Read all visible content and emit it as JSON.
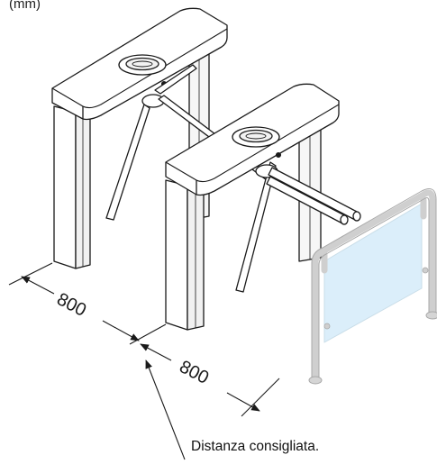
{
  "units_label": "(mm)",
  "dimensions": {
    "spacing_left": "800",
    "spacing_right": "800"
  },
  "note": "Distanza consigliata.",
  "colors": {
    "outline": "#1a1a1a",
    "panel_glass": "#dbeefa",
    "rail": "#cfcfcf",
    "rail_outline": "#9a9a9a",
    "housing_side": "#f4f4f4"
  },
  "icons": [
    "turnstile-icon",
    "glass-gate-icon",
    "dimension-arrow-icon"
  ]
}
